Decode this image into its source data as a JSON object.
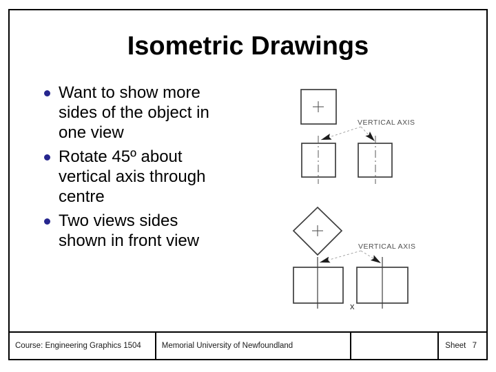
{
  "slide": {
    "title": "Isometric Drawings",
    "bullets": [
      {
        "text": "Want to show more\nsides of the object in\none view"
      },
      {
        "text": "Rotate 45º about\nvertical axis through\ncentre"
      },
      {
        "text": "Two views sides\nshown in front view"
      }
    ]
  },
  "diagrams": {
    "top": {
      "axis_label": "VERTICAL AXIS"
    },
    "bottom": {
      "axis_label": "VERTICAL AXIS",
      "x_label": "x"
    }
  },
  "footer": {
    "course": "Course: Engineering Graphics 1504",
    "institution": "Memorial University of Newfoundland",
    "sheet_label": "Sheet",
    "sheet_number": "7"
  },
  "colors": {
    "bullet_dot": "#26268e",
    "drawing_line": "#3d3d3d",
    "centerline": "#5a5a5a",
    "leader_line": "#9a9a9a",
    "arrowhead": "#1c1c1c",
    "axis_label_text": "#4f4f4f",
    "border": "#000000"
  }
}
